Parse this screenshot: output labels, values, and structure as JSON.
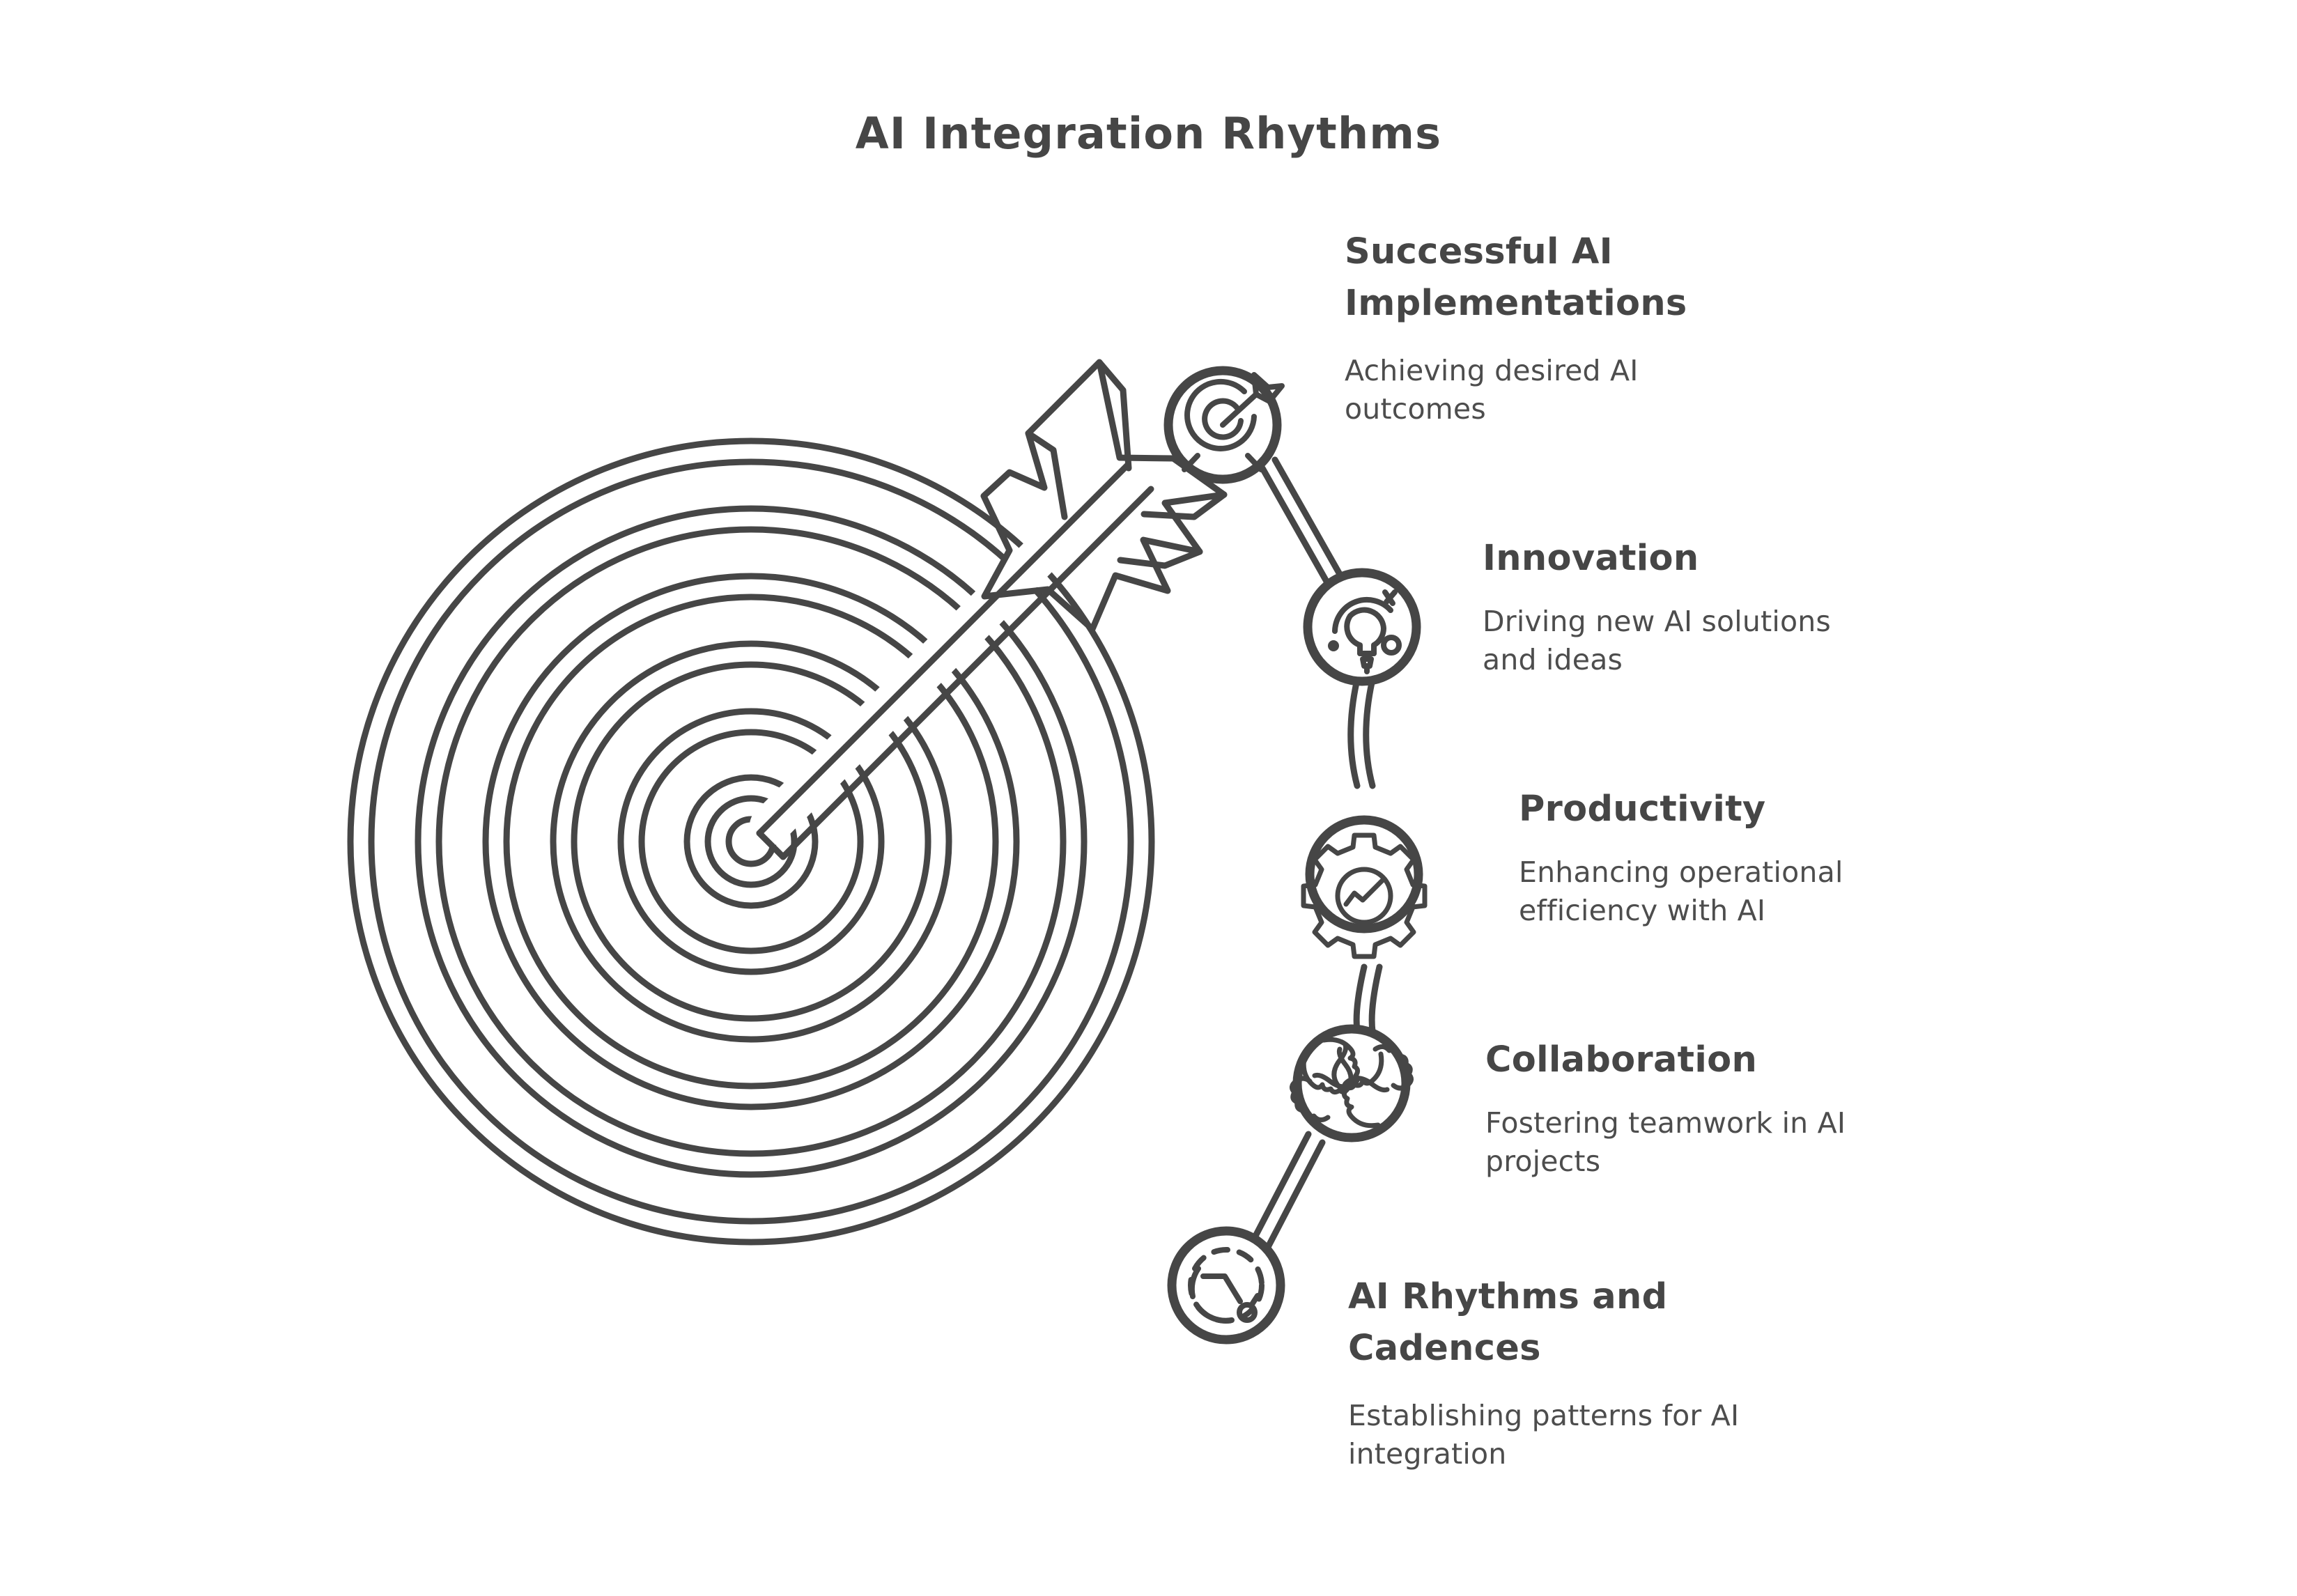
{
  "page": {
    "title": "AI Integration Rhythms",
    "background_color": "#ffffff",
    "ink_color": "#464646"
  },
  "illustration": {
    "name": "target-with-arrow",
    "description": "Large outlined concentric-ring dartboard with an arrow piercing the bullseye from the upper right"
  },
  "items": [
    {
      "title": "Successful AI\nImplementations",
      "description": "Achieving desired AI\noutcomes",
      "icon": "target-arrow-icon"
    },
    {
      "title": "Innovation",
      "description": "Driving new AI solutions\nand ideas",
      "icon": "lightbulb-icon"
    },
    {
      "title": "Productivity",
      "description": "Enhancing operational\nefficiency with AI",
      "icon": "gear-chart-icon"
    },
    {
      "title": "Collaboration",
      "description": "Fostering teamwork in AI\nprojects",
      "icon": "hands-teamwork-icon"
    },
    {
      "title": "AI Rhythms and\nCadences",
      "description": "Establishing patterns for AI\nintegration",
      "icon": "cycle-pulse-icon"
    }
  ]
}
